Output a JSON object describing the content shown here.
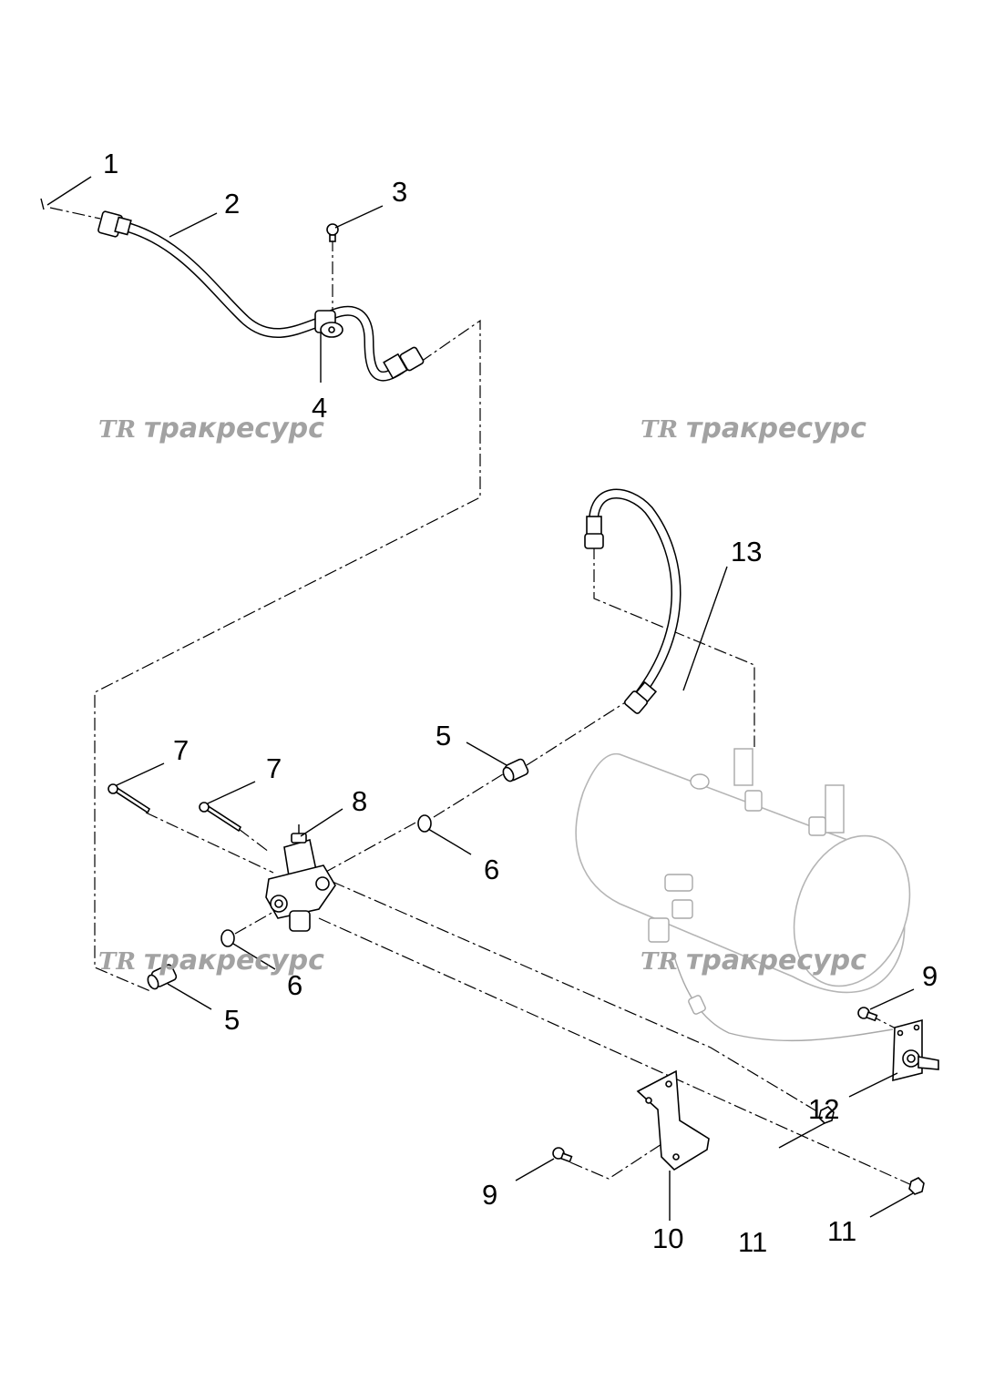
{
  "callouts": [
    {
      "id": "c1",
      "label": "1"
    },
    {
      "id": "c2",
      "label": "2"
    },
    {
      "id": "c3",
      "label": "3"
    },
    {
      "id": "c4",
      "label": "4"
    },
    {
      "id": "c5a",
      "label": "5"
    },
    {
      "id": "c5b",
      "label": "5"
    },
    {
      "id": "c6a",
      "label": "6"
    },
    {
      "id": "c6b",
      "label": "6"
    },
    {
      "id": "c7a",
      "label": "7"
    },
    {
      "id": "c7b",
      "label": "7"
    },
    {
      "id": "c8",
      "label": "8"
    },
    {
      "id": "c9a",
      "label": "9"
    },
    {
      "id": "c9b",
      "label": "9"
    },
    {
      "id": "c10",
      "label": "10"
    },
    {
      "id": "c11a",
      "label": "11"
    },
    {
      "id": "c11b",
      "label": "11"
    },
    {
      "id": "c12",
      "label": "12"
    },
    {
      "id": "c13",
      "label": "13"
    }
  ],
  "watermark": {
    "logo": "TR",
    "text": "тракресурс",
    "color": "#a2a2a2"
  }
}
